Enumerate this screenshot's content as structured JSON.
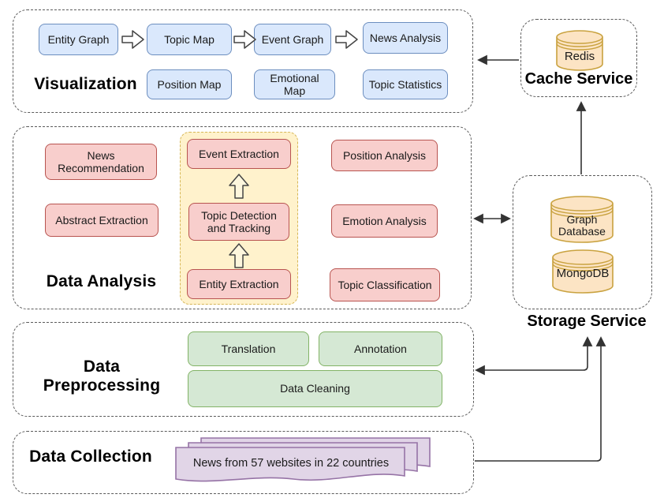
{
  "sections": {
    "visualization": {
      "title": "Visualization",
      "flow": [
        "Entity Graph",
        "Topic Map",
        "Event Graph",
        "News Analysis"
      ],
      "maps": [
        "Position Map",
        "Emotional Map",
        "Topic Statistics"
      ]
    },
    "data_analysis": {
      "title": "Data Analysis",
      "left_items": [
        "News Recommendation",
        "Abstract Extraction"
      ],
      "core_pipeline": [
        "Event Extraction",
        "Topic Detection and Tracking",
        "Entity Extraction"
      ],
      "right_items": [
        "Position Analysis",
        "Emotion Analysis",
        "Topic Classification"
      ]
    },
    "data_preprocessing": {
      "title": "Data Preprocessing",
      "items": [
        "Translation",
        "Annotation",
        "Data Cleaning"
      ]
    },
    "data_collection": {
      "title": "Data Collection",
      "source_note": "News from 57 websites in 22 countries"
    },
    "cache_service": {
      "title": "Cache Service",
      "database": "Redis"
    },
    "storage_service": {
      "title": "Storage Service",
      "databases": [
        "Graph Database",
        "MongoDB"
      ]
    }
  },
  "colors": {
    "blue_fill": "#DAE8FC",
    "blue_stroke": "#6C8EBF",
    "red_fill": "#F8CECC",
    "red_stroke": "#B85450",
    "green_fill": "#D5E8D4",
    "green_stroke": "#82B366",
    "purple_fill": "#E1D5E7",
    "purple_stroke": "#9673A6",
    "yellow_fill": "#FFF2CC",
    "yellow_stroke": "#D6B656",
    "cylinder_fill": "#FCE4C4",
    "cylinder_stroke": "#C9A23F",
    "arrow": "#333333",
    "section_border": "#5A5A5A"
  }
}
